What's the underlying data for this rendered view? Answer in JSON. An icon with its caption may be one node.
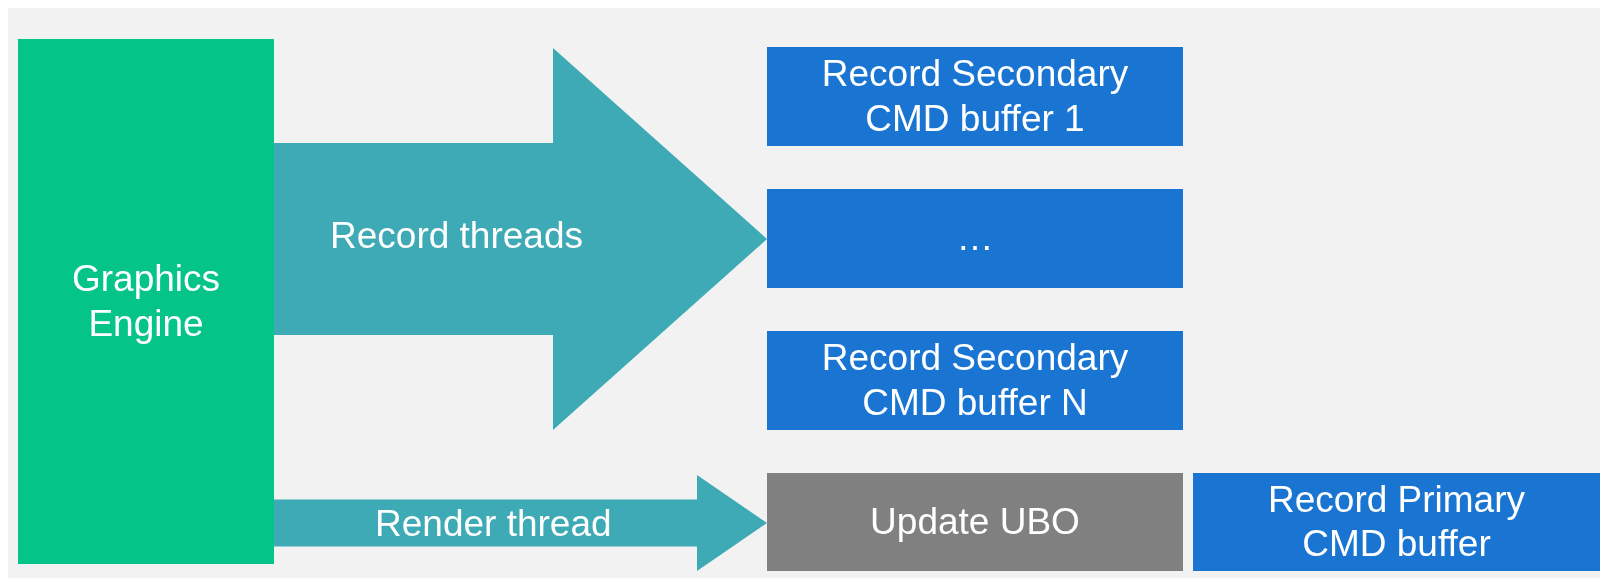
{
  "diagram": {
    "nodes": [
      {
        "text": [
          "Graphics Engine"
        ]
      },
      {
        "text": [
          "Record Secondary CMD buffer 1"
        ]
      },
      {
        "text": [
          "…"
        ]
      },
      {
        "text": [
          "Record Secondary CMD buffer N"
        ]
      },
      {
        "text": [
          "Update UBO"
        ]
      },
      {
        "text": [
          "Record Primary CMD buffer"
        ]
      }
    ],
    "edges": [
      {
        "from": 0,
        "to": 1,
        "arrow": "to"
      },
      {
        "from": 0,
        "to": 2,
        "arrow": "to",
        "label": "Record threads"
      },
      {
        "from": 0,
        "to": 3,
        "arrow": "to"
      },
      {
        "from": 0,
        "to": 4,
        "arrow": "to",
        "label": "Render thread"
      }
    ]
  }
}
